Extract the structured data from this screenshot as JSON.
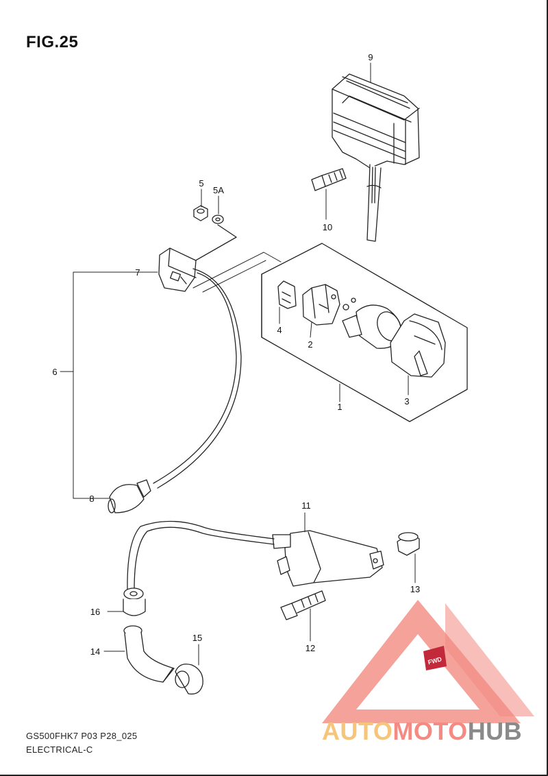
{
  "figure": {
    "title": "FIG.25",
    "model_code": "GS500FHK7 P03 P28_025",
    "section": "ELECTRICAL-C"
  },
  "callouts": [
    "9",
    "5",
    "5A",
    "10",
    "7",
    "4",
    "2",
    "6",
    "1",
    "3",
    "8",
    "11",
    "13",
    "16",
    "12",
    "14",
    "15"
  ],
  "watermark": {
    "part1": "AUTO",
    "part2": "MOTO",
    "part3": "HUB",
    "badge": "FWD",
    "colors": {
      "triangle": "#f28b82",
      "auto": "#f6c57a",
      "moto": "#f58a82",
      "hub": "#8a8a8a"
    }
  }
}
